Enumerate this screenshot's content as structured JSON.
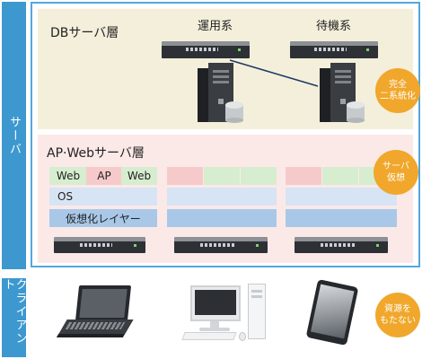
{
  "side_labels": {
    "server": "サーバ",
    "client": "クライアント"
  },
  "db_layer": {
    "title": "DBサーバ層",
    "active_label": "運用系",
    "standby_label": "待機系",
    "badge_line1": "完全",
    "badge_line2": "二系統化"
  },
  "ap_layer": {
    "title": "AP·Webサーバ層",
    "stack": {
      "web": "Web",
      "ap": "AP",
      "os": "OS",
      "virtual": "仮想化レイヤー"
    },
    "badge_line1": "サーバ",
    "badge_line2": "仮想"
  },
  "client_badge": {
    "line1": "資源を",
    "line2": "もたない"
  },
  "colors": {
    "accent_blue": "#3d98cf",
    "badge_orange": "#f0a72b",
    "db_panel": "#f4efdb",
    "ap_panel": "#fbe9e8",
    "cell_green": "#d7edcf",
    "cell_pink": "#f6cacb",
    "cell_light_blue": "#d7e4f3",
    "cell_blue": "#a9c8e8"
  }
}
